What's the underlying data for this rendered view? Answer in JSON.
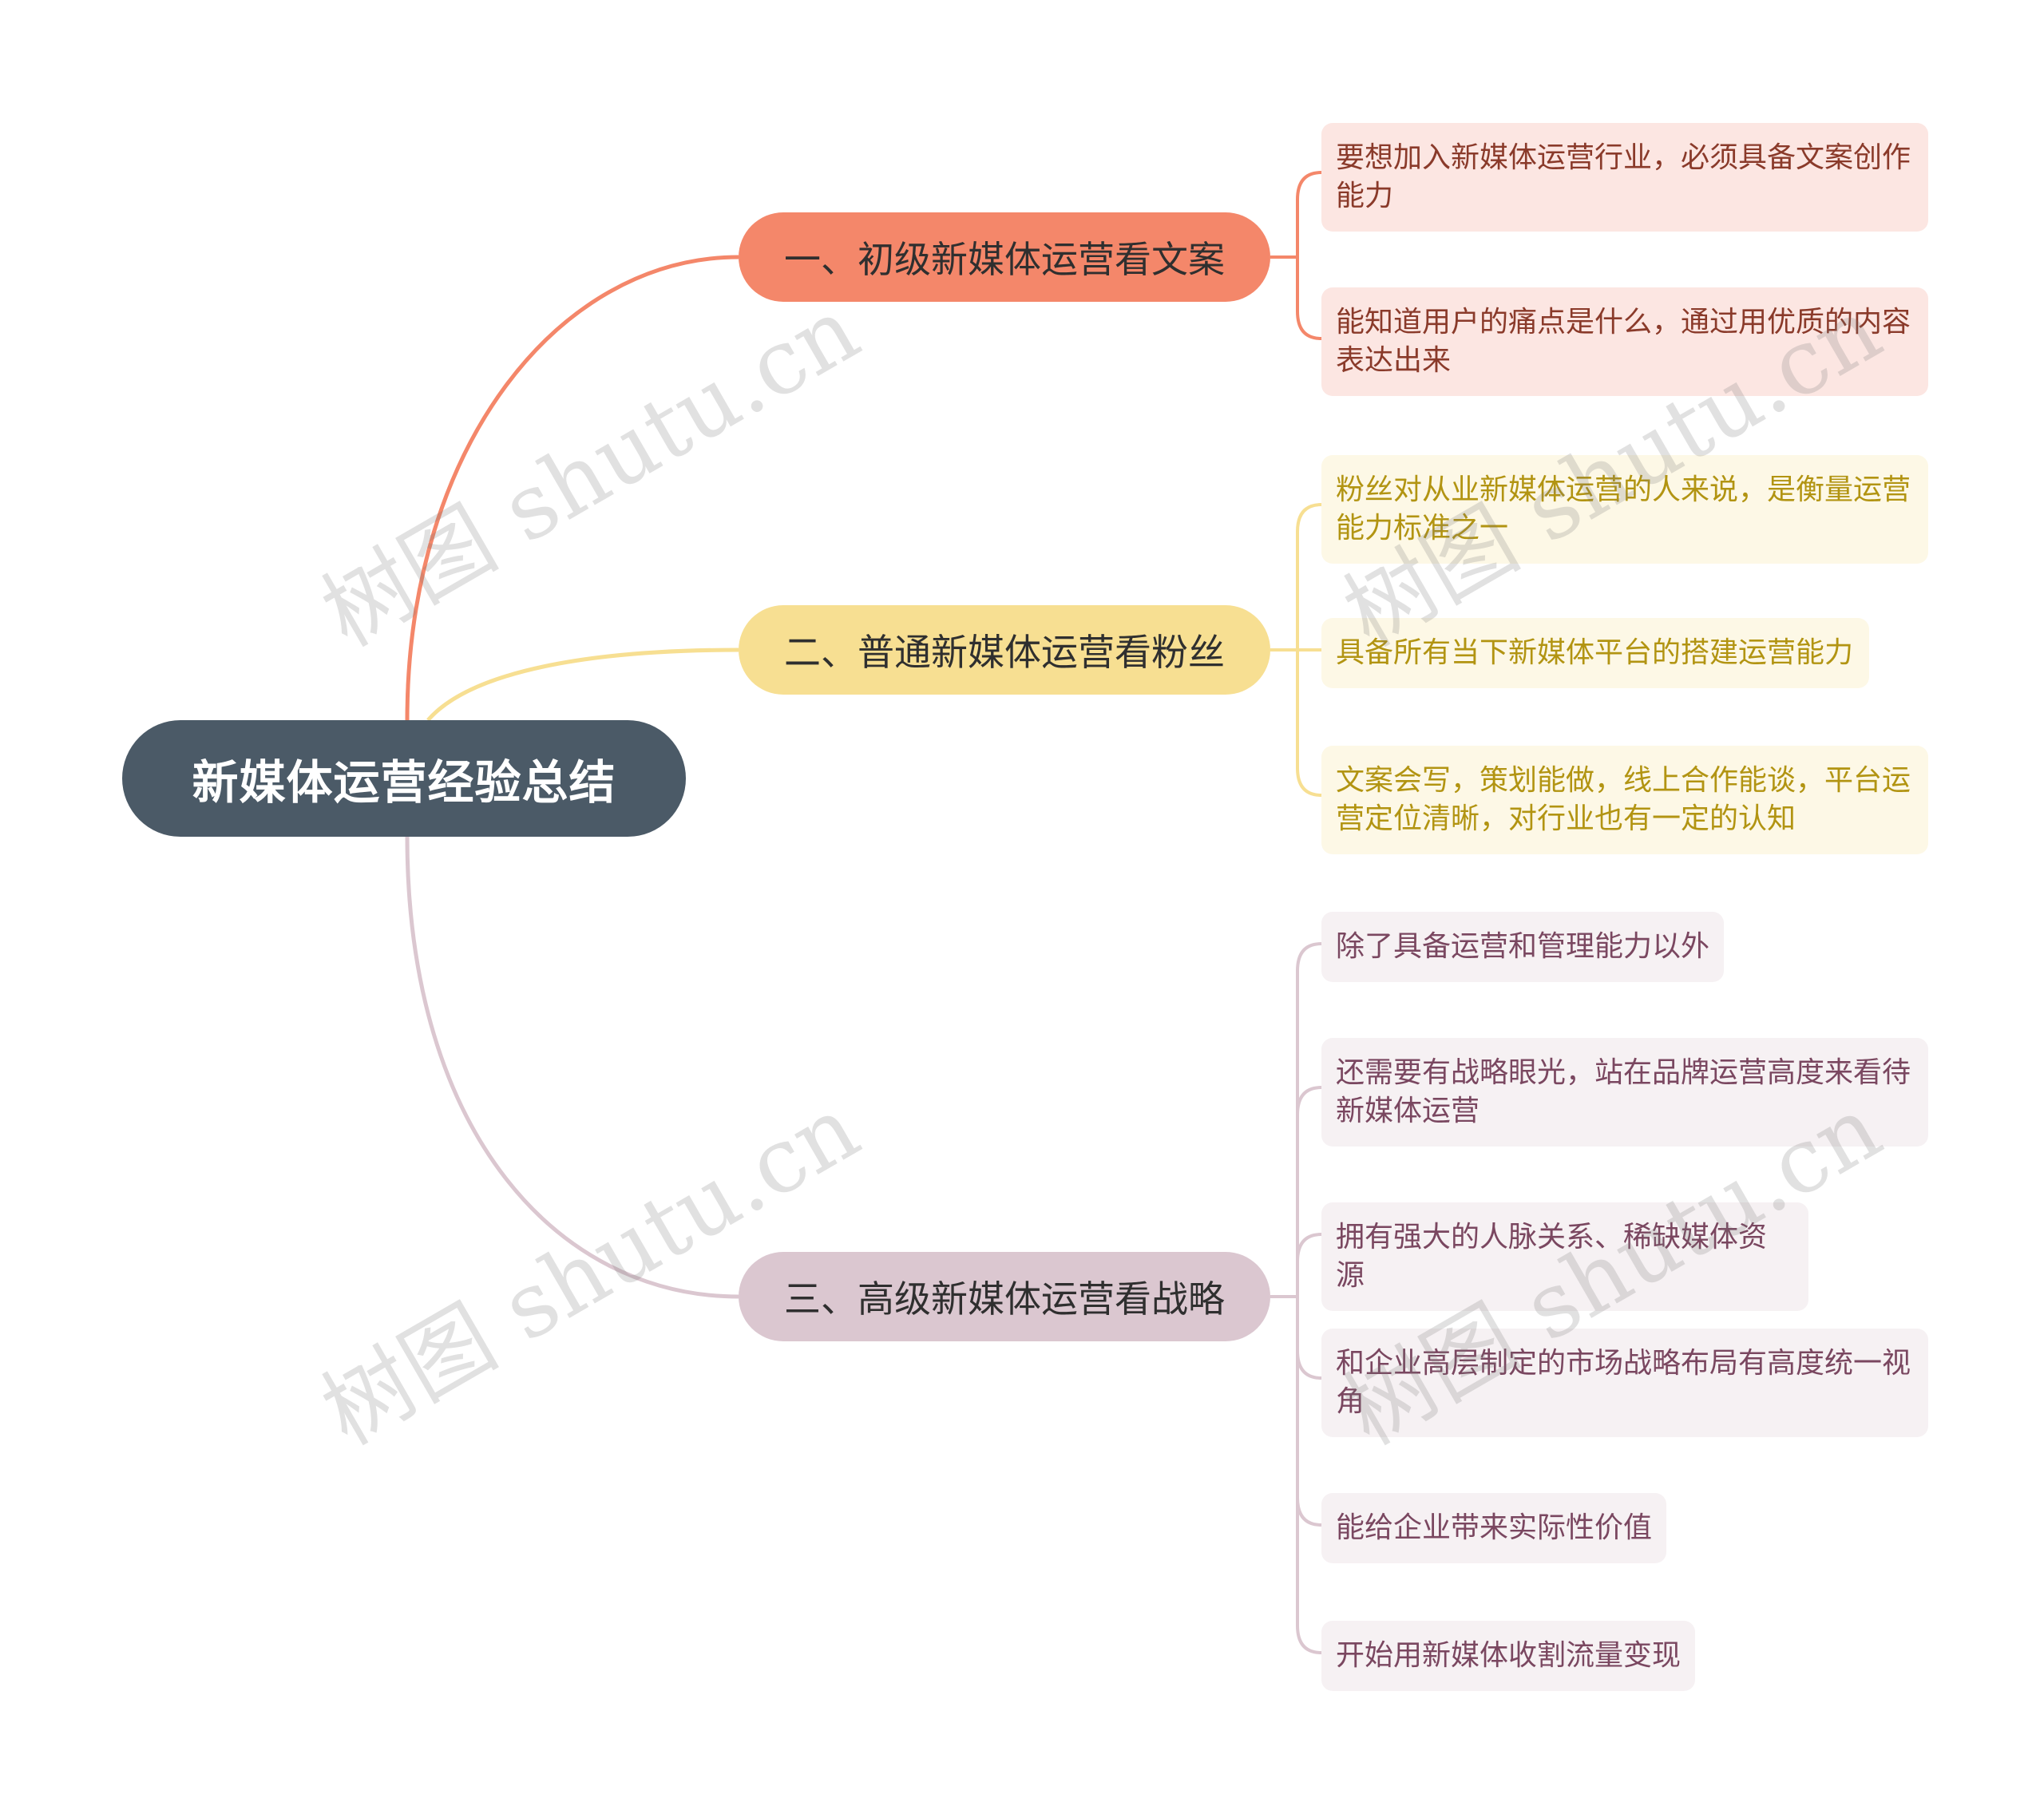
{
  "root": {
    "label": "新媒体运营经验总结"
  },
  "branches": [
    {
      "label": "一、初级新媒体运营看文案",
      "leaves": [
        "要想加入新媒体运营行业，必须具备文案创作能力",
        "能知道用户的痛点是什么，通过用优质的内容表达出来"
      ]
    },
    {
      "label": "二、普通新媒体运营看粉丝",
      "leaves": [
        "粉丝对从业新媒体运营的人来说，是衡量运营能力标准之一",
        "具备所有当下新媒体平台的搭建运营能力",
        "文案会写，策划能做，线上合作能谈，平台运营定位清晰，对行业也有一定的认知"
      ]
    },
    {
      "label": "三、高级新媒体运营看战略",
      "leaves": [
        "除了具备运营和管理能力以外",
        "还需要有战略眼光，站在品牌运营高度来看待新媒体运营",
        "拥有强大的人脉关系、稀缺媒体资源",
        "和企业高层制定的市场战略布局有高度统一视角",
        "能给企业带来实际性价值",
        "开始用新媒体收割流量变现"
      ]
    }
  ],
  "colors": {
    "root": "#4b5a67",
    "branch1": "#f4876a",
    "branch2": "#f7df92",
    "branch3": "#dbc7d0"
  },
  "watermark": "树图 shutu.cn"
}
